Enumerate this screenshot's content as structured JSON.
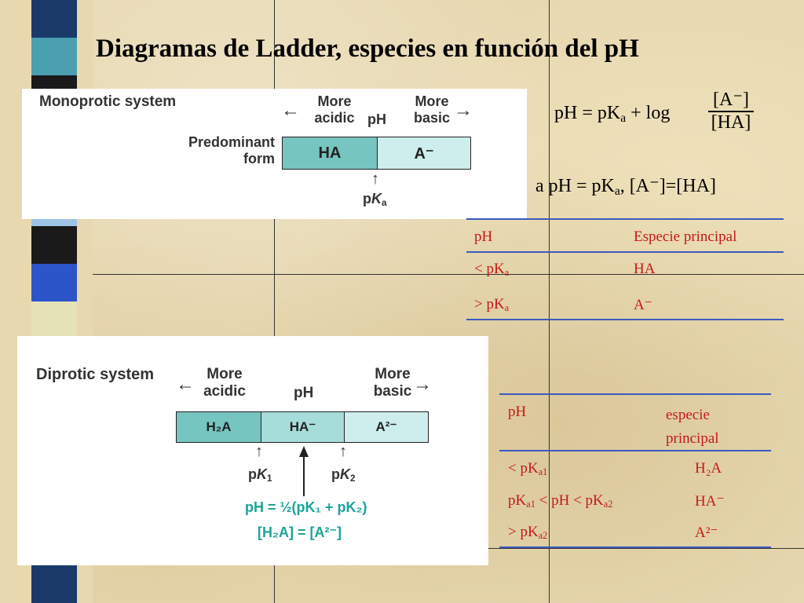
{
  "title": "Diagramas de Ladder, especies en función del pH",
  "mono": {
    "heading": "Monoprotic system",
    "arrow_left": "←",
    "more_acidic_1": "More",
    "more_acidic_2": "acidic",
    "ph": "pH",
    "more_basic_1": "More",
    "more_basic_2": "basic",
    "arrow_right": "→",
    "predominant_1": "Predominant",
    "predominant_2": "form",
    "box_ha": "HA",
    "box_a": "A⁻",
    "up_arrow": "↑",
    "pka_p": "p",
    "pka_k": "K",
    "pka_sub": "a"
  },
  "di": {
    "heading": "Diprotic system",
    "arrow_left": "←",
    "more_acidic_1": "More",
    "more_acidic_2": "acidic",
    "ph": "pH",
    "more_basic_1": "More",
    "more_basic_2": "basic",
    "arrow_right": "→",
    "box_h2a": "H₂A",
    "box_ha": "HA⁻",
    "box_a2": "A²⁻",
    "up_arrow": "↑",
    "pk1_p": "p",
    "pk1_k": "K",
    "pk1_sub": "1",
    "pk2_p": "p",
    "pk2_k": "K",
    "pk2_sub": "2",
    "ph_eq": "pH = ½(pK₁ + pK₂)",
    "conc_eq": "[H₂A] = [A²⁻]"
  },
  "formula": {
    "lhs": "pH = pK",
    "lhs_sub": "a",
    "plus_log": "+ log",
    "num": "[A⁻]",
    "den": "[HA]",
    "condition_pre": "a pH = pK",
    "condition_sub": "a",
    "condition_post": ", [A⁻]=[HA]"
  },
  "table1": {
    "headers": [
      "pH",
      "Especie principal"
    ],
    "rows": [
      {
        "ph_pre": "< pK",
        "ph_sub": "a",
        "species": "HA"
      },
      {
        "ph_pre": "> pK",
        "ph_sub": "a",
        "species": "A⁻"
      }
    ]
  },
  "table2": {
    "headers": [
      "pH",
      "especie",
      "principal"
    ],
    "rows": [
      {
        "ph_a": "< pK",
        "ph_a_sub": "a1",
        "species": "H₂A"
      },
      {
        "ph_a": "pK",
        "ph_a_sub": "a1",
        "ph_b": " < pH < pK",
        "ph_b_sub": "a2",
        "species": "HA⁻"
      },
      {
        "ph_a": "> pK",
        "ph_a_sub": "a2",
        "species": "A²⁻"
      }
    ]
  },
  "colors": {
    "stripe": [
      "#1a1a1a",
      "#ffffff",
      "#4a9fb0",
      "#1a4a7a",
      "#3a6fd6",
      "#9ec4e8",
      "#1a1a1a",
      "#ffffff",
      "#2b55c9",
      "#a8d2ec"
    ],
    "table_text": "#c41a1a",
    "table_line": "#3a5bbf",
    "teal": "#1aa39a"
  }
}
